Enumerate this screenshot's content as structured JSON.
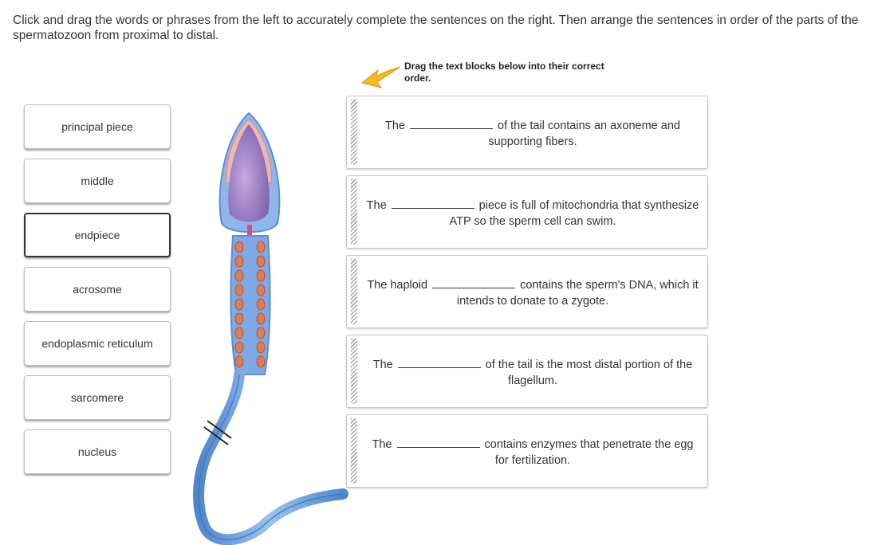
{
  "instructions": "Click and drag the words or phrases from the left to accurately complete the sentences on the right. Then arrange the sentences in order of the parts of the spermatozoon from proximal to distal.",
  "drag_hint": "Drag the text blocks below into their correct order.",
  "word_bank": [
    "principal piece",
    "middle",
    "endpiece",
    "acrosome",
    "endoplasmic reticulum",
    "sarcomere",
    "nucleus"
  ],
  "sentences": [
    {
      "before": "The",
      "after": "of the tail contains an axoneme and supporting fibers."
    },
    {
      "before": "The",
      "after": "piece is full of mitochondria that synthesize ATP so the sperm cell can swim."
    },
    {
      "before": "The haploid",
      "after": "contains the sperm's DNA, which it intends to donate to a zygote."
    },
    {
      "before": "The",
      "after": "of the tail is the most distal portion of the flagellum."
    },
    {
      "before": "The",
      "after": "contains enzymes that penetrate the egg for fertilization."
    }
  ],
  "colors": {
    "arrow": "#f5b921",
    "tail": "#6f9fd8",
    "head": "#9b7fc4",
    "acrosome_rim": "#e9a9a9",
    "mitochondria": "#e07b52"
  }
}
